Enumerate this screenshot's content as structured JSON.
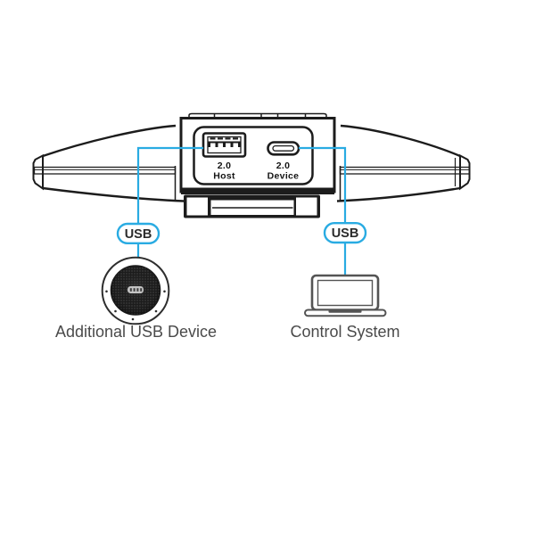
{
  "colors": {
    "accent": "#29abe2",
    "device_outline": "#1c1c1c",
    "caption_text": "#4a4a4a",
    "laptop_outline": "#545454"
  },
  "device": {
    "description": "conference video bar rear view",
    "ports": [
      {
        "type": "usb-a",
        "label_line1": "2.0",
        "label_line2": "Host"
      },
      {
        "type": "usb-c",
        "label_line1": "2.0",
        "label_line2": "Device"
      }
    ]
  },
  "connections": [
    {
      "badge": "USB",
      "device_label": "Additional USB Device",
      "icon": "speakerphone-icon"
    },
    {
      "badge": "USB",
      "device_label": "Control System",
      "icon": "laptop-icon"
    }
  ]
}
